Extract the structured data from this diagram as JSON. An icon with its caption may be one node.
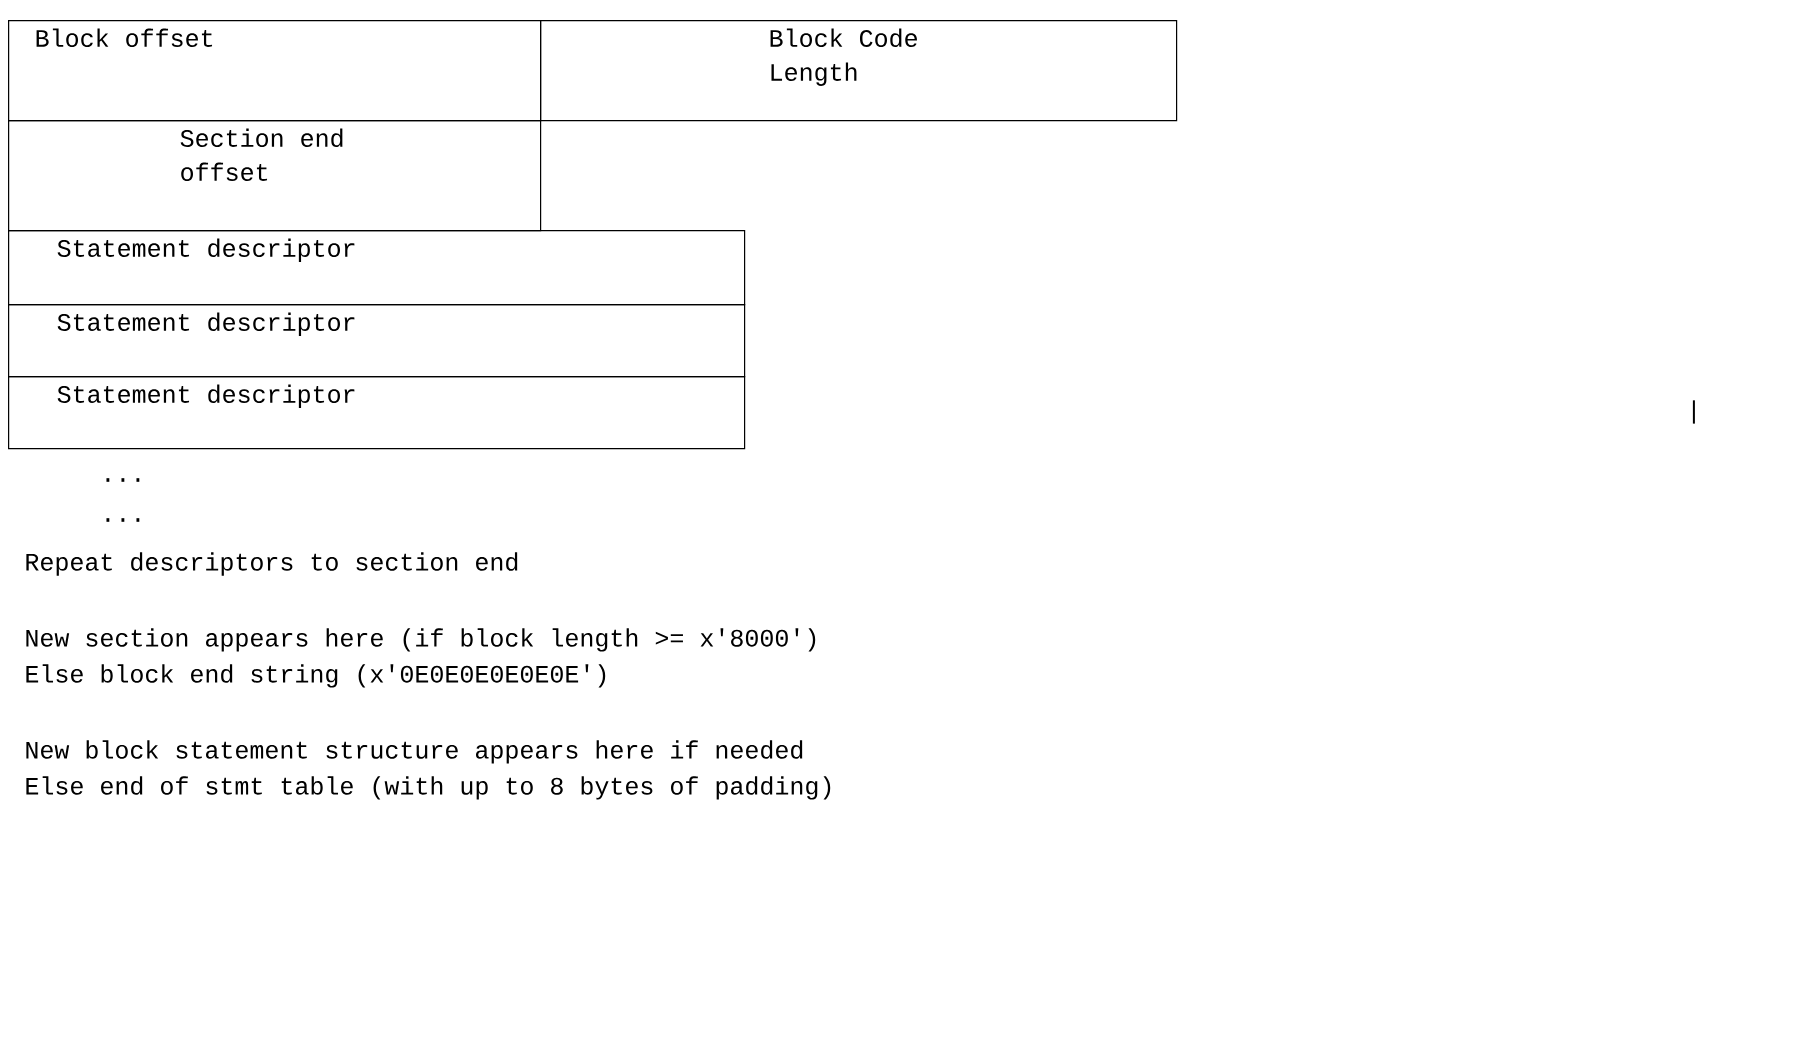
{
  "diagram": {
    "nodes": [
      {
        "text": [
          "Block offset"
        ]
      },
      {
        "text": [
          "Block Code Length"
        ]
      },
      {
        "text": [
          "Section end offset"
        ]
      },
      {
        "text": [
          "Statement descriptor"
        ]
      },
      {
        "text": [
          "Statement descriptor"
        ]
      },
      {
        "text": [
          "Statement descriptor"
        ]
      }
    ],
    "labels": [
      "|",
      "...",
      "...",
      "Repeat descriptors to section end",
      "New section appears here (if block length >= x'8000')",
      "Else block end string (x'0E0E0E0E0E0E')",
      "New block statement structure appears here if needed",
      "Else end of stmt table (with up to 8 bytes of padding)"
    ]
  }
}
